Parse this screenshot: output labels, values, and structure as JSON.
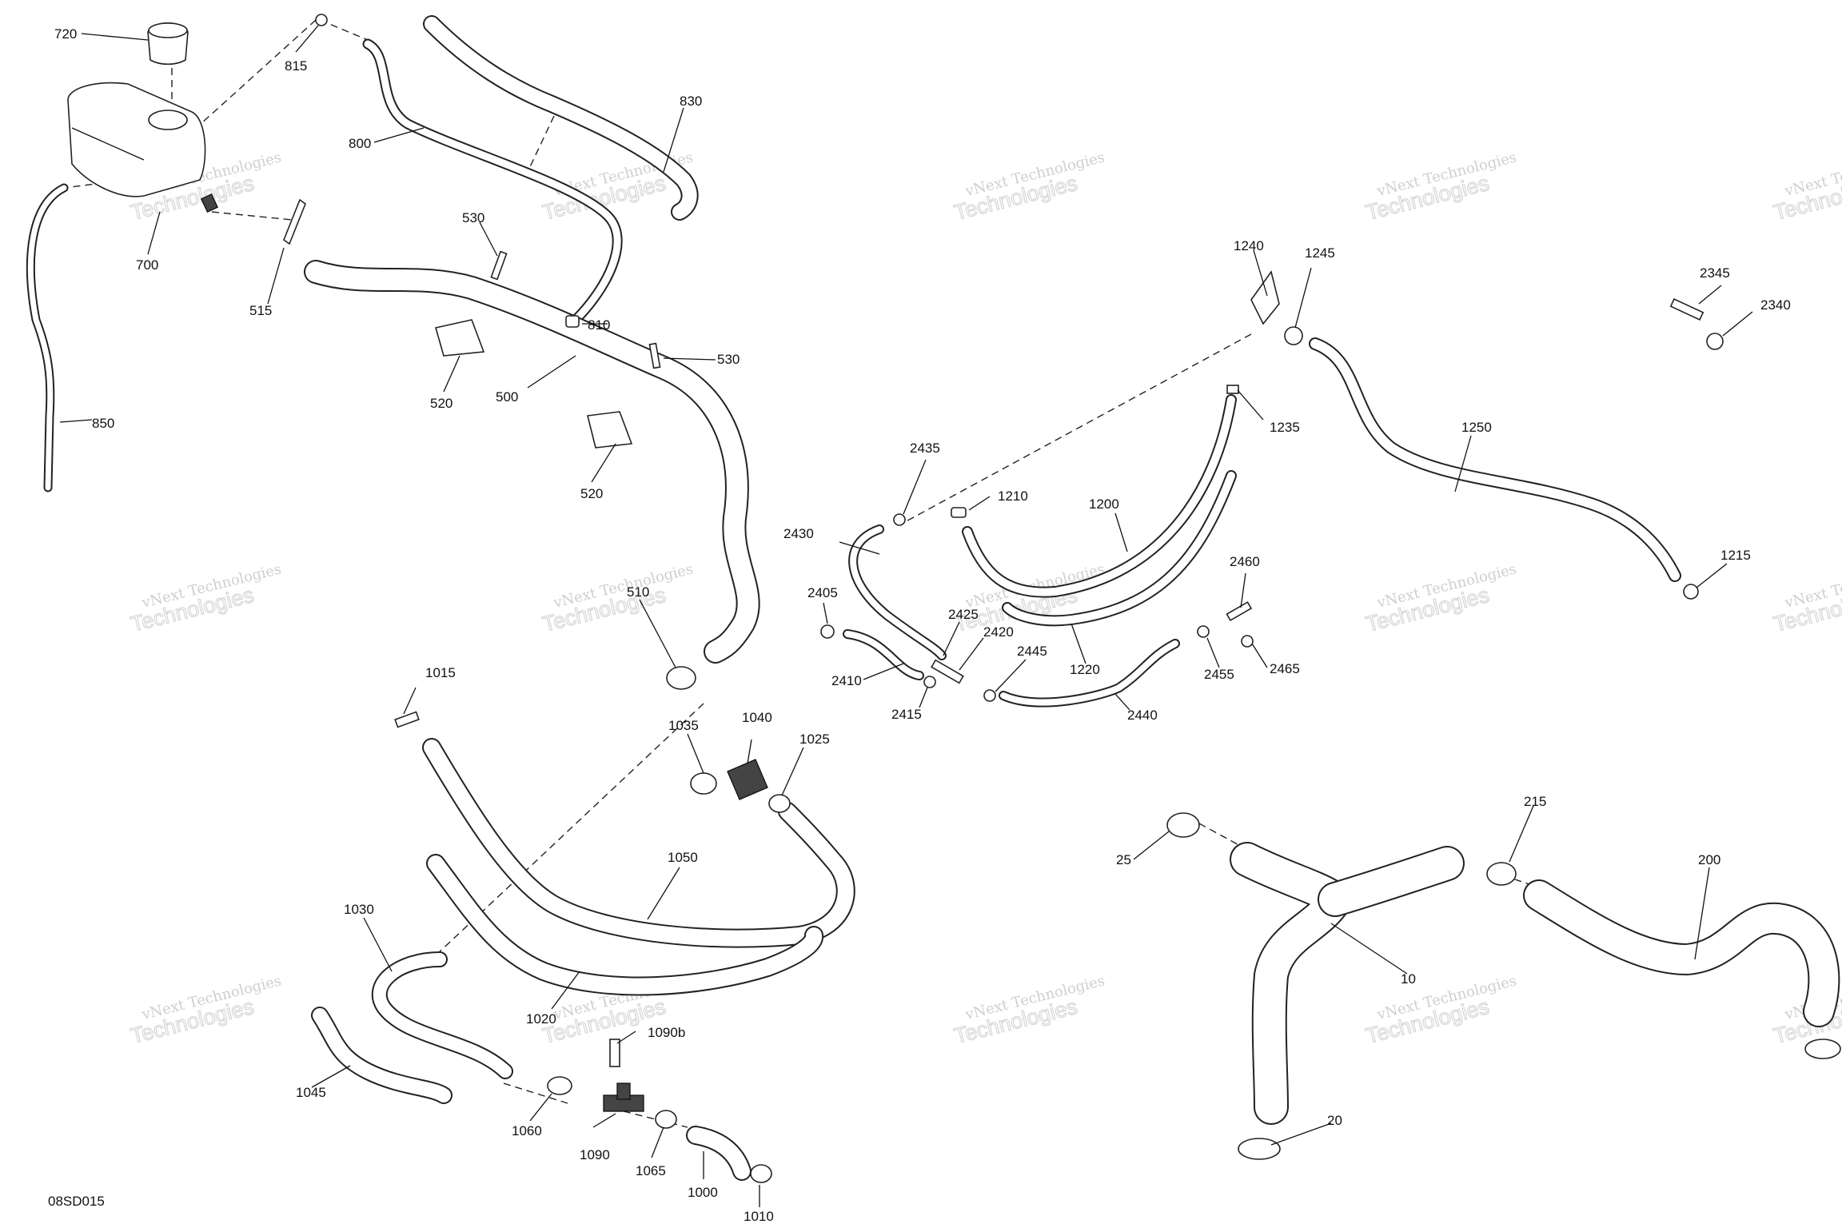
{
  "drawing_code": "08SD015",
  "watermark": {
    "line1": "vNext Technologies",
    "line2": "Technologies"
  },
  "callouts": [
    {
      "id": "c720",
      "label": "720"
    },
    {
      "id": "c815",
      "label": "815"
    },
    {
      "id": "c800",
      "label": "800"
    },
    {
      "id": "c830",
      "label": "830"
    },
    {
      "id": "c700",
      "label": "700"
    },
    {
      "id": "c515",
      "label": "515"
    },
    {
      "id": "c530a",
      "label": "530"
    },
    {
      "id": "c810",
      "label": "810"
    },
    {
      "id": "c530b",
      "label": "530"
    },
    {
      "id": "c520a",
      "label": "520"
    },
    {
      "id": "c500",
      "label": "500"
    },
    {
      "id": "c520b",
      "label": "520"
    },
    {
      "id": "c850",
      "label": "850"
    },
    {
      "id": "c510",
      "label": "510"
    },
    {
      "id": "c1015",
      "label": "1015"
    },
    {
      "id": "c1035",
      "label": "1035"
    },
    {
      "id": "c1040",
      "label": "1040"
    },
    {
      "id": "c1025",
      "label": "1025"
    },
    {
      "id": "c1050",
      "label": "1050"
    },
    {
      "id": "c1030",
      "label": "1030"
    },
    {
      "id": "c1020",
      "label": "1020"
    },
    {
      "id": "c1090b",
      "label": "1090b"
    },
    {
      "id": "c1045",
      "label": "1045"
    },
    {
      "id": "c1060",
      "label": "1060"
    },
    {
      "id": "c1090",
      "label": "1090"
    },
    {
      "id": "c1065",
      "label": "1065"
    },
    {
      "id": "c1000",
      "label": "1000"
    },
    {
      "id": "c1010",
      "label": "1010"
    },
    {
      "id": "c1240",
      "label": "1240"
    },
    {
      "id": "c1245",
      "label": "1245"
    },
    {
      "id": "c1235",
      "label": "1235"
    },
    {
      "id": "c1250",
      "label": "1250"
    },
    {
      "id": "c1210",
      "label": "1210"
    },
    {
      "id": "c1200",
      "label": "1200"
    },
    {
      "id": "c1215",
      "label": "1215"
    },
    {
      "id": "c2435",
      "label": "2435"
    },
    {
      "id": "c2430",
      "label": "2430"
    },
    {
      "id": "c2405",
      "label": "2405"
    },
    {
      "id": "c2425",
      "label": "2425"
    },
    {
      "id": "c2420",
      "label": "2420"
    },
    {
      "id": "c2445",
      "label": "2445"
    },
    {
      "id": "c2410",
      "label": "2410"
    },
    {
      "id": "c2415",
      "label": "2415"
    },
    {
      "id": "c1220",
      "label": "1220"
    },
    {
      "id": "c2440",
      "label": "2440"
    },
    {
      "id": "c2460",
      "label": "2460"
    },
    {
      "id": "c2455",
      "label": "2455"
    },
    {
      "id": "c2465",
      "label": "2465"
    },
    {
      "id": "c2345",
      "label": "2345"
    },
    {
      "id": "c2340",
      "label": "2340"
    },
    {
      "id": "c25",
      "label": "25"
    },
    {
      "id": "c215",
      "label": "215"
    },
    {
      "id": "c200",
      "label": "200"
    },
    {
      "id": "c10",
      "label": "10"
    },
    {
      "id": "c20",
      "label": "20"
    }
  ]
}
